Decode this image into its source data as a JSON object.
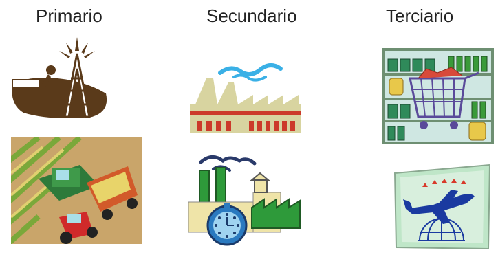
{
  "columns": [
    {
      "title": "Primario",
      "images": [
        "oil-drilling-clipart",
        "harvester-field-clipart"
      ]
    },
    {
      "title": "Secundario",
      "images": [
        "factory-smoke-clipart",
        "factory-clock-clipart"
      ]
    },
    {
      "title": "Terciario",
      "images": [
        "supermarket-shelf-clipart",
        "airplane-travel-clipart"
      ]
    }
  ],
  "colors": {
    "divider": "#555555",
    "oil": "#5a3a1a",
    "smoke": "#3ab0e6",
    "factory": "#d8d4a0",
    "green": "#2e9a3a"
  }
}
